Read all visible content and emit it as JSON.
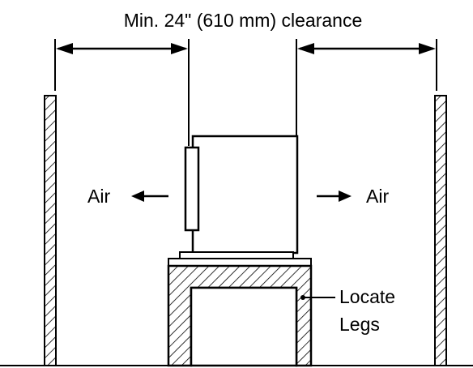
{
  "diagram": {
    "title": "Min. 24\" (610 mm) clearance",
    "air_left_label": "Air",
    "air_right_label": "Air",
    "legs_label_line1": "Locate",
    "legs_label_line2": "Legs",
    "line_color": "#000000",
    "background": "#ffffff"
  }
}
